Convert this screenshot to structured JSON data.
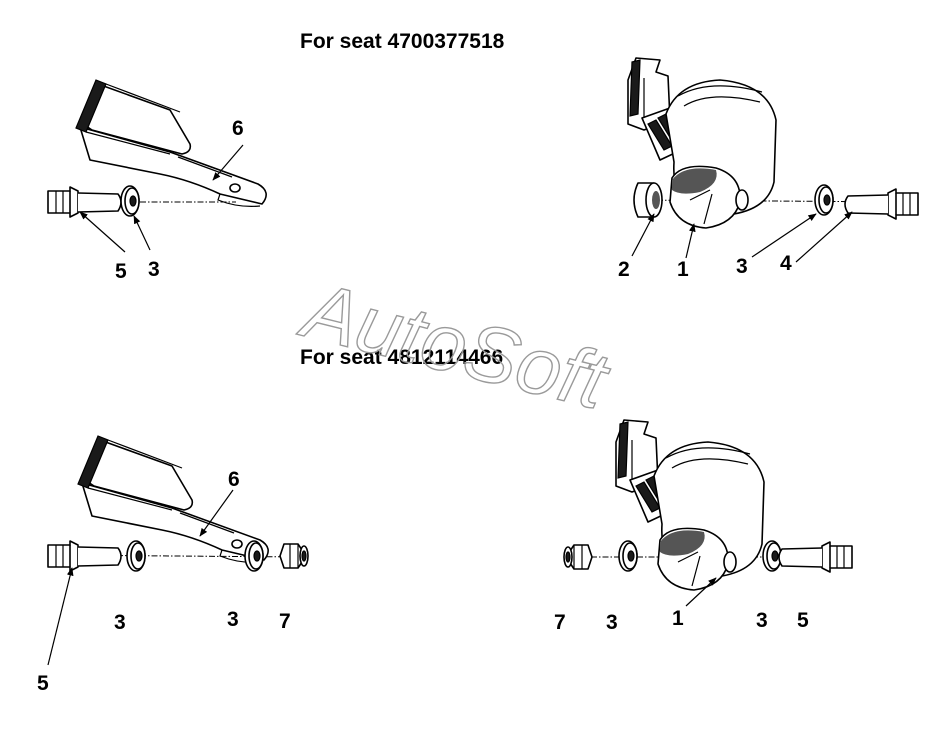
{
  "titles": {
    "top": "For seat 4700377518",
    "bottom": "For seat 4812114466"
  },
  "watermark": "AutoSoft",
  "callouts": {
    "top_left": [
      "6",
      "5",
      "3"
    ],
    "top_right": [
      "2",
      "1",
      "3",
      "4"
    ],
    "bottom_left": [
      "6",
      "3",
      "3",
      "7",
      "5"
    ],
    "bottom_right": [
      "7",
      "3",
      "1",
      "3",
      "5"
    ]
  }
}
